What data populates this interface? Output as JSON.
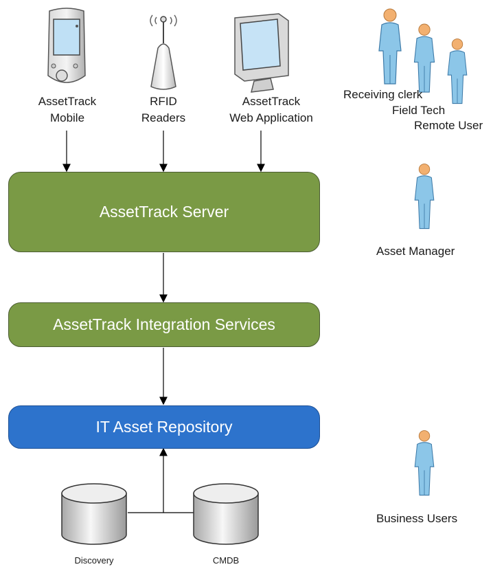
{
  "devices": {
    "mobile": {
      "line1": "AssetTrack",
      "line2": "Mobile"
    },
    "rfid": {
      "line1": "RFID",
      "line2": "Readers"
    },
    "web": {
      "line1": "AssetTrack",
      "line2": "Web Application"
    }
  },
  "boxes": {
    "server": "AssetTrack Server",
    "integration": "AssetTrack Integration Services",
    "repository": "IT Asset Repository"
  },
  "sources": {
    "discovery": "Discovery",
    "cmdb": "CMDB"
  },
  "users": {
    "receiving_clerk": "Receiving clerk",
    "field_tech": "Field Tech",
    "remote_user": "Remote User",
    "asset_manager": "Asset Manager",
    "business_users": "Business Users"
  },
  "colors": {
    "green": "#7a9a45",
    "blue": "#2d73cc",
    "person_body": "#8cc6e8",
    "person_head": "#f2b070"
  }
}
